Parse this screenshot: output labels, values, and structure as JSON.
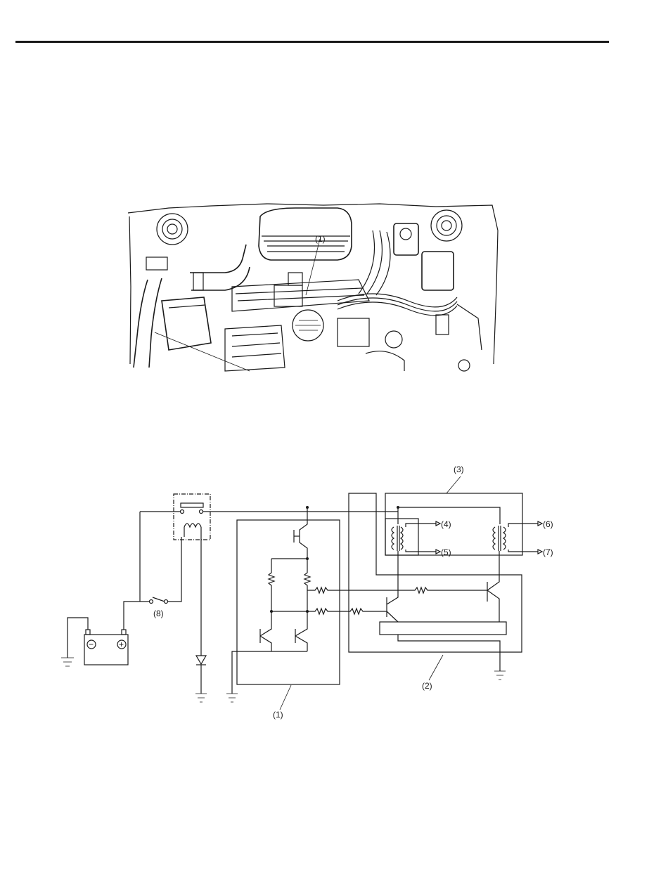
{
  "engine_figure": {
    "callouts": [
      "(1)"
    ]
  },
  "circuit_figure": {
    "callouts": {
      "c1": "(1)",
      "c2": "(2)",
      "c3": "(3)",
      "c4": "(4)",
      "c5": "(5)",
      "c6": "(6)",
      "c7": "(7)",
      "c8": "(8)"
    },
    "battery_symbols": {
      "negative": "−",
      "positive": "+"
    }
  }
}
